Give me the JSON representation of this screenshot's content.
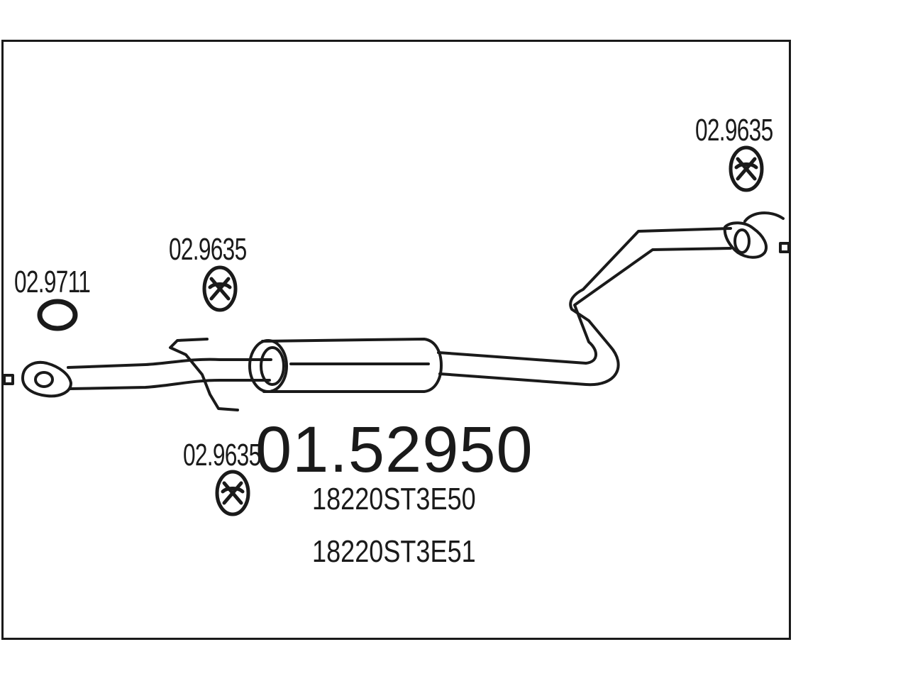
{
  "diagram": {
    "main_part_number": "01.52950",
    "oem_numbers": [
      "18220ST3E50",
      "18220ST3E51"
    ],
    "components": [
      {
        "id": "gasket",
        "label": "02.9711"
      },
      {
        "id": "hanger-top-left",
        "label": "02.9635"
      },
      {
        "id": "hanger-bottom-left",
        "label": "02.9635"
      },
      {
        "id": "hanger-top-right",
        "label": "02.9635"
      }
    ],
    "colors": {
      "line": "#1a1a1a",
      "background": "#ffffff"
    }
  }
}
